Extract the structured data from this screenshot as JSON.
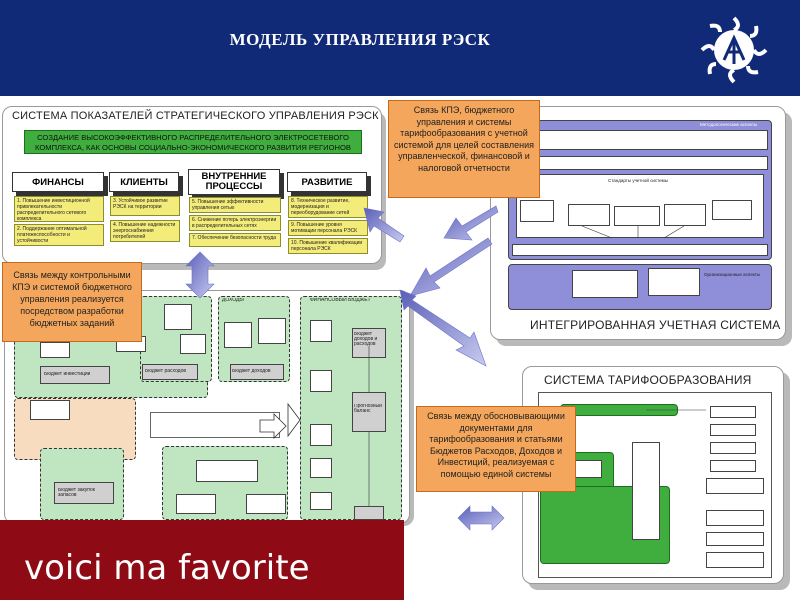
{
  "header": {
    "title": "МОДЕЛЬ УПРАВЛЕНИЯ РЭСК",
    "logo_icon": "lightning-sun-logo-icon"
  },
  "kpi_system": {
    "title": "СИСТЕМА ПОКАЗАТЕЛЕЙ СТРАТЕГИЧЕСКОГО УПРАВЛЕНИЯ РЭСК",
    "goal": "СОЗДАНИЕ ВЫСОКОЭФФЕКТИВНОГО РАСПРЕДЕЛИТЕЛЬНОГО ЭЛЕКТРОСЕТЕВОГО КОМПЛЕКСА, КАК ОСНОВЫ СОЦИАЛЬНО-ЭКОНОМИЧЕСКОГО РАЗВИТИЯ РЕГИОНОВ",
    "categories": [
      {
        "label": "ФИНАНСЫ",
        "items": [
          "1. Повышение инвестиционной привлекательности распределительного сетевого комплекса",
          "2. Поддержание оптимальной платежеспособности и устойчивости"
        ]
      },
      {
        "label": "КЛИЕНТЫ",
        "items": [
          "3. Устойчивое развитие РЭСК на территории",
          "4. Повышение надежности энергоснабжения потребителей"
        ]
      },
      {
        "label": "ВНУТРЕННИЕ ПРОЦЕССЫ",
        "items": [
          "5. Повышение эффективности управления сетью",
          "6. Снижение потерь электроэнергии в распределительных сетях",
          "7. Обеспечение безопасности труда"
        ]
      },
      {
        "label": "РАЗВИТИЕ",
        "items": [
          "8. Техническое развитие, модернизация и переоборудование сетей",
          "9. Повышение уровня мотивации персонала РЭСК",
          "10. Повышение квалификации персонала РЭСК"
        ]
      }
    ]
  },
  "budget_system": {
    "labels": {
      "investment_budget": "Бюджет инвестиций",
      "expense_budget": "Бюджет расходов",
      "income_budget": "Бюджет доходов",
      "financial_budget": "ФИНАНСОВЫЙ БЮДЖЕТ",
      "income": "ДОХОДЫ",
      "cash_budget": "Бюджет доходов и расходов",
      "forecast_balance": "Прогнозный баланс",
      "procurement_budget": "Бюджет закупок запасов"
    }
  },
  "callouts": {
    "kpi_accounting": "Связь КПЭ, бюджетного управления и системы тарифообразования с учетной системой для целей составления управленческой, финансовой и налоговой отчетности",
    "kpi_budget": "Связь между контрольными КПЭ и системой бюджетного управления реализуется посредством разработки бюджетных заданий",
    "tariff_budget": "Связь между обосновывающими документами для тарифообразования и статьями Бюджетов Расходов, Доходов и Инвестиций, реализуемая с помощью единой системы"
  },
  "accounting_system": {
    "title": "ИНТЕГРИРОВАННАЯ УЧЕТНАЯ СИСТЕМА",
    "top_label": "Методологические аспекты",
    "bottom_label": "Организационные аспекты",
    "center_label": "Стандарты учетной системы"
  },
  "tariff_system": {
    "title": "СИСТЕМА  ТАРИФООБРАЗОВАНИЯ"
  },
  "banner": {
    "text": "voici ma favorite"
  },
  "colors": {
    "header": "#102a78",
    "callout": "#f3a65c",
    "green": "#3fae3f",
    "kpi_yellow": "#f4ec7a",
    "banner": "#8e0b16",
    "arrow": "#8a8fd6"
  }
}
